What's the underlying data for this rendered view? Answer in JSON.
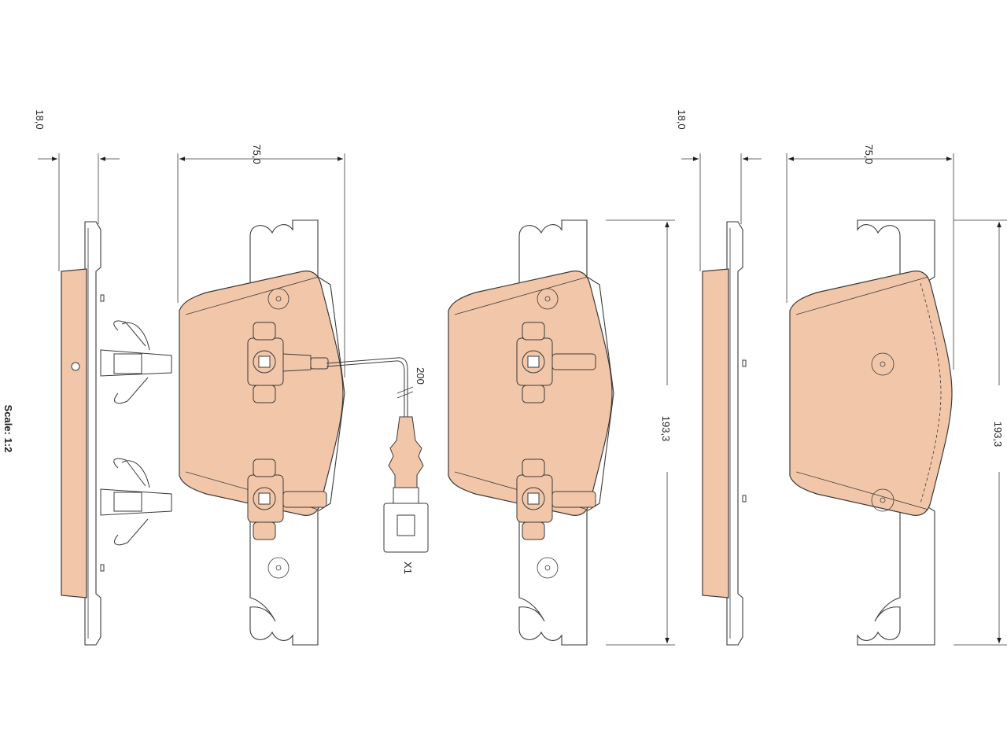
{
  "dimensions": {
    "thickness_left": "18,0",
    "width_left": "75,0",
    "height_middle": "193,3",
    "thickness_right": "18,0",
    "width_right": "75,0",
    "height_right": "193,3"
  },
  "sensor": {
    "cable_length": "200",
    "connector_label": "X1"
  },
  "scale_label": "Scale: 1:2",
  "colors": {
    "friction_material": "#f2c7a9",
    "outline": "#3a3a3a",
    "background": "#ffffff"
  }
}
